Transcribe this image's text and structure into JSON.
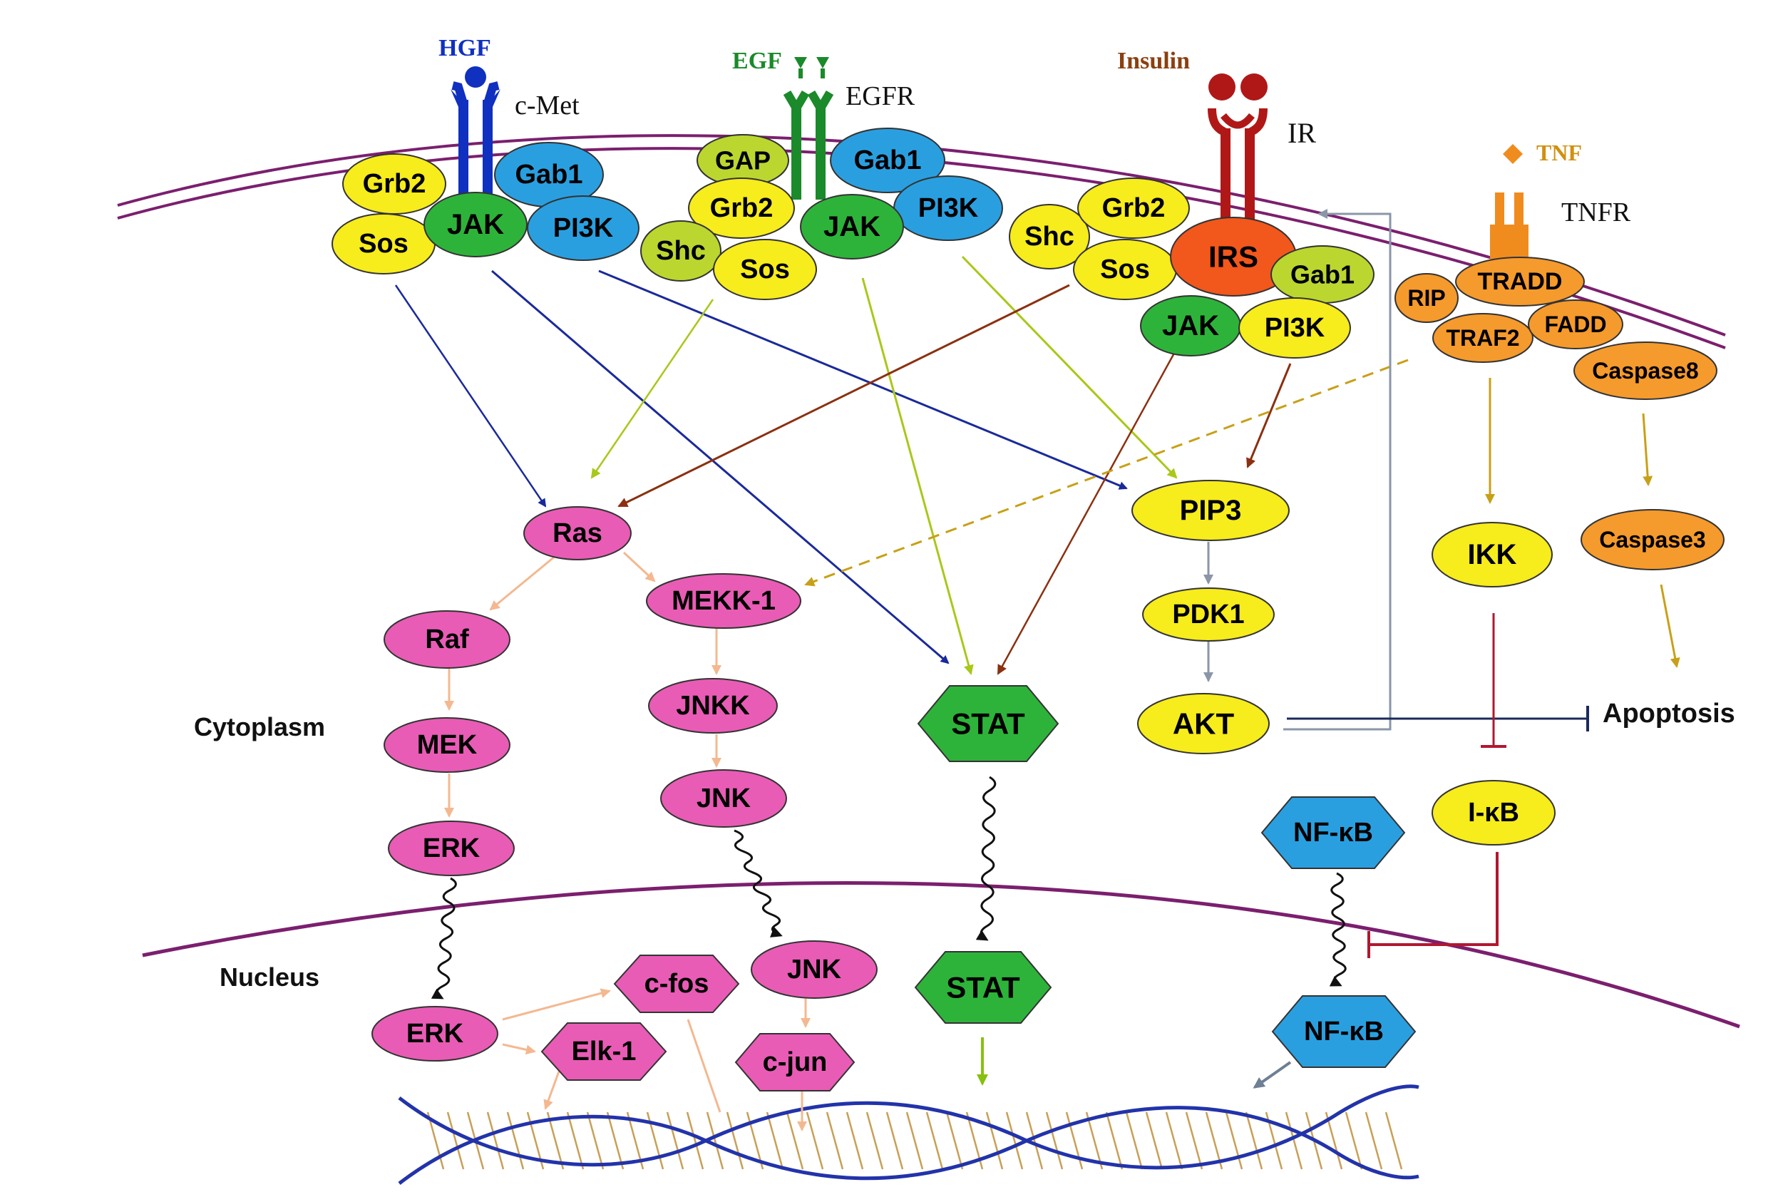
{
  "colors": {
    "membrane": "#7b1f6e",
    "pink": "#e85cb5",
    "yellow": "#f7ec1c",
    "green": "#2eb33a",
    "blue": "#2a9fe0",
    "orange": "#f59a2c",
    "red_orange": "#f2571c",
    "olive": "#bcd630",
    "hgf_blue": "#1030c0",
    "egf_green": "#1a8a2a",
    "ins_red": "#b01818",
    "tnf_orange": "#f08c1e"
  },
  "ligands": {
    "hgf": "HGF",
    "egf": "EGF",
    "insulin": "Insulin",
    "tnf": "TNF"
  },
  "receptors": {
    "cmet": "c-Met",
    "egfr": "EGFR",
    "ir": "IR",
    "tnfr": "TNFR"
  },
  "regions": {
    "cytoplasm": "Cytoplasm",
    "nucleus": "Nucleus"
  },
  "outcome": {
    "apoptosis": "Apoptosis"
  },
  "nodes": {
    "hgf_grb2": "Grb2",
    "hgf_sos": "Sos",
    "hgf_jak": "JAK",
    "hgf_gab1": "Gab1",
    "hgf_pi3k": "PI3K",
    "egf_gap": "GAP",
    "egf_gab1": "Gab1",
    "egf_grb2": "Grb2",
    "egf_pi3k": "PI3K",
    "egf_shc": "Shc",
    "egf_jak": "JAK",
    "egf_sos": "Sos",
    "ir_shc": "Shc",
    "ir_grb2": "Grb2",
    "ir_sos": "Sos",
    "ir_irs": "IRS",
    "ir_gab1": "Gab1",
    "ir_jak": "JAK",
    "ir_pi3k": "PI3K",
    "rip": "RIP",
    "tradd": "TRADD",
    "traf2": "TRAF2",
    "fadd": "FADD",
    "caspase8": "Caspase8",
    "caspase3": "Caspase3",
    "ikk": "IKK",
    "ikb": "I-κB",
    "nfkb_cyto": "NF-κB",
    "nfkb_nuc": "NF-κB",
    "ras": "Ras",
    "raf": "Raf",
    "mek": "MEK",
    "erk_cyto": "ERK",
    "erk_nuc": "ERK",
    "mekk1": "MEKK-1",
    "jnkk": "JNKK",
    "jnk_cyto": "JNK",
    "jnk_nuc": "JNK",
    "cfos": "c-fos",
    "elk1": "Elk-1",
    "cjun": "c-jun",
    "stat_cyto": "STAT",
    "stat_nuc": "STAT",
    "pip3": "PIP3",
    "pdk1": "PDK1",
    "akt": "AKT"
  }
}
